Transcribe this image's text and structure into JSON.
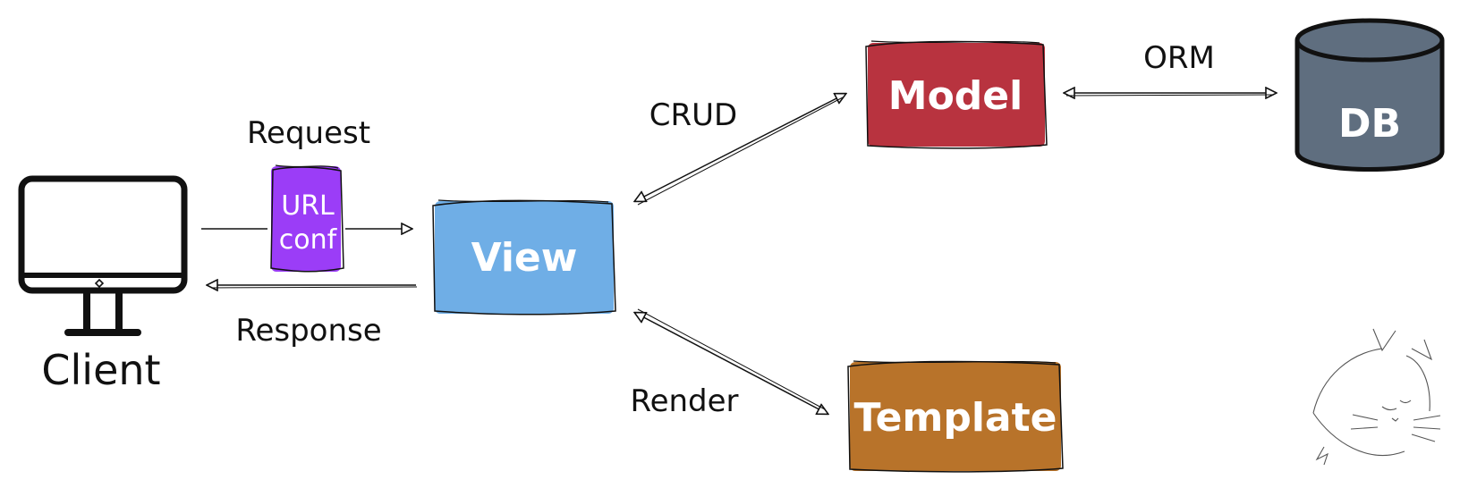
{
  "nodes": {
    "client": {
      "label": "Client"
    },
    "urlconf": {
      "line1": "URL",
      "line2": "conf",
      "color": "#9b3df7"
    },
    "view": {
      "label": "View",
      "color": "#6faee6"
    },
    "model": {
      "label": "Model",
      "color": "#b8333f"
    },
    "template": {
      "label": "Template",
      "color": "#b8732a"
    },
    "db": {
      "label": "DB",
      "color": "#5f6e7f"
    }
  },
  "edges": {
    "request": {
      "label": "Request"
    },
    "response": {
      "label": "Response"
    },
    "crud": {
      "label": "CRUD"
    },
    "render": {
      "label": "Render"
    },
    "orm": {
      "label": "ORM"
    }
  },
  "icons": {
    "monitor": "monitor-icon",
    "database": "database-icon",
    "cat": "cat-doodle-icon"
  }
}
